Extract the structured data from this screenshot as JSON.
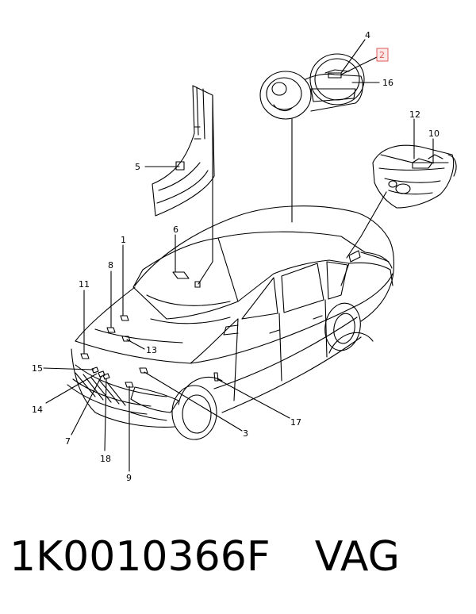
{
  "diagram": {
    "callouts": [
      {
        "id": "c1",
        "label": "1"
      },
      {
        "id": "c2",
        "label": "2"
      },
      {
        "id": "c3",
        "label": "3"
      },
      {
        "id": "c4",
        "label": "4"
      },
      {
        "id": "c5",
        "label": "5"
      },
      {
        "id": "c6",
        "label": "6"
      },
      {
        "id": "c7",
        "label": "7"
      },
      {
        "id": "c8",
        "label": "8"
      },
      {
        "id": "c9",
        "label": "9"
      },
      {
        "id": "c10",
        "label": "10"
      },
      {
        "id": "c11",
        "label": "11"
      },
      {
        "id": "c12",
        "label": "12"
      },
      {
        "id": "c13",
        "label": "13"
      },
      {
        "id": "c14",
        "label": "14"
      },
      {
        "id": "c15",
        "label": "15"
      },
      {
        "id": "c16",
        "label": "16"
      },
      {
        "id": "c17",
        "label": "17"
      },
      {
        "id": "c18",
        "label": "18"
      }
    ],
    "highlighted_callout": "2",
    "highlight_color": "#e05a5a",
    "highlight_fill": "#fde8e8"
  },
  "part_number": "1K0010366F",
  "brand": "VAG"
}
